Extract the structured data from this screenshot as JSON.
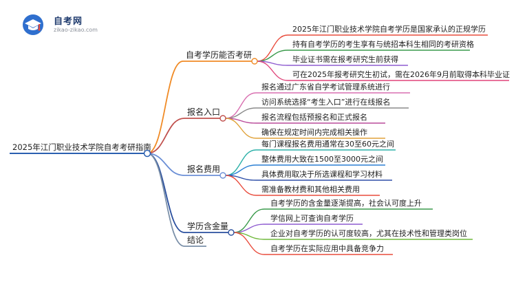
{
  "logo": {
    "title": "自考网",
    "url": "zikao-zikao.com",
    "icon": "graduation-cap-icon"
  },
  "root": {
    "label": "2025年江门职业技术学院自考考研指南"
  },
  "branches": [
    {
      "label": "自考学历能否考研",
      "color": "#f08a24",
      "leaves": [
        {
          "label": "2025年江门职业技术学院自考学历是国家承认的正规学历",
          "color": "#e94b3c"
        },
        {
          "label": "持有自考学历的考生享有与统招本科生相同的考研资格",
          "color": "#3a9a4b"
        },
        {
          "label": "毕业证书需在报考研究生前获得",
          "color": "#8e5bd0"
        },
        {
          "label": "可在2025年报考研究生初试，需在2026年9月前取得本科毕业证",
          "color": "#e0447a"
        }
      ]
    },
    {
      "label": "报名入口",
      "color": "#c0504d",
      "leaves": [
        {
          "label": "报名通过广东省自学考试管理系统进行",
          "color": "#d96fb0"
        },
        {
          "label": "访问系统选择“考生入口”进行在线报名",
          "color": "#8a8a8a"
        },
        {
          "label": "报名流程包括预报名和正式报名",
          "color": "#b94a9a"
        },
        {
          "label": "确保在规定时间内完成相关操作",
          "color": "#e0a23a"
        }
      ]
    },
    {
      "label": "报名费用",
      "color": "#6b8fd6",
      "leaves": [
        {
          "label": "每门课程报名费用通常在30至60元之间",
          "color": "#2bb0a8"
        },
        {
          "label": "整体费用大致在1500至3000元之间",
          "color": "#2a7fd4"
        },
        {
          "label": "具体费用取决于所选课程和学习材料",
          "color": "#2e4fa8"
        },
        {
          "label": "需准备教材费和其他相关费用",
          "color": "#e94b3c"
        }
      ]
    },
    {
      "label": "学历含金量",
      "color": "#2a4f9e",
      "leaves": [
        {
          "label": "自考学历的含金量逐渐提高，社会认可度上升",
          "color": "#3a9a4b"
        },
        {
          "label": "学信网上可查询自考学历",
          "color": "#8e5bd0"
        },
        {
          "label": "企业对自考学历的认可度较高，尤其在技术性和管理类岗位",
          "color": "#6fb83a"
        },
        {
          "label": "自考学历在实际应用中具备竞争力",
          "color": "#e94b3c"
        }
      ]
    },
    {
      "label": "结论",
      "color": "#7a8fa8",
      "leaves": []
    }
  ]
}
